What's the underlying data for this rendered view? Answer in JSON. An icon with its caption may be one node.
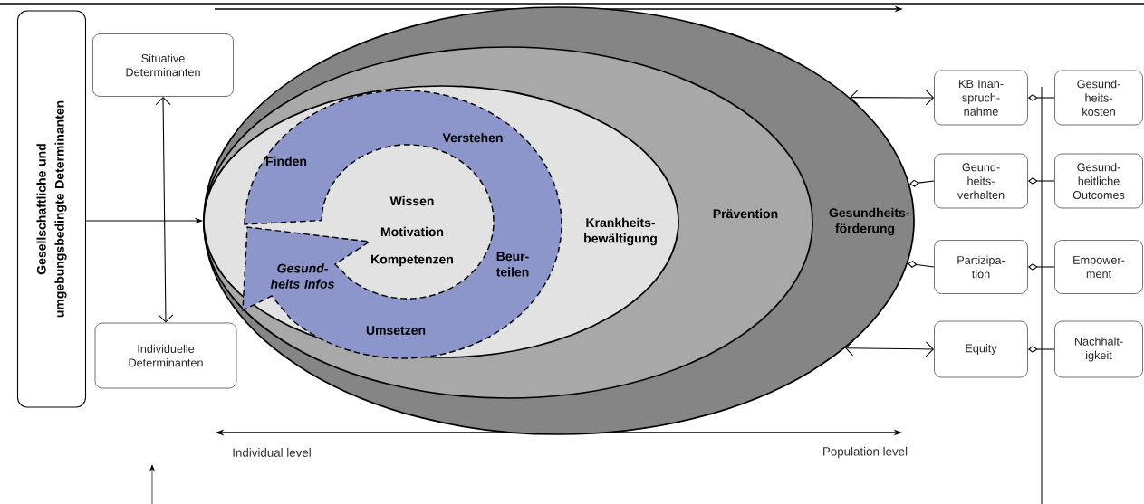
{
  "diagram": {
    "nodes": [
      {
        "text": [
          "Gesellschaftliche und umgebungsbedingte Determinanten"
        ]
      },
      {
        "text": [
          "Situative Determinanten"
        ]
      },
      {
        "text": [
          "Individuelle Determinanten"
        ]
      },
      {
        "text": [
          "Gesundheits-förderung"
        ]
      },
      {
        "text": [
          "Prävention"
        ],
        "in": 3
      },
      {
        "text": [
          "Krankheits-bewältigung"
        ],
        "in": 4
      },
      {
        "text": [
          "Finden",
          "Verstehen",
          "Beur-teilen",
          "Umsetzen",
          "Gesund-heits Infos"
        ],
        "in": 5
      },
      {
        "text": [
          "Wissen",
          "Motivation",
          "Kompetenzen"
        ],
        "in": 5
      },
      {
        "text": [
          "KB Inan-spruch-nahme"
        ]
      },
      {
        "text": [
          "Geund-heits-verhalten"
        ]
      },
      {
        "text": [
          "Partizipa-tion"
        ]
      },
      {
        "text": [
          "Equity"
        ]
      },
      {
        "text": [
          "Gesund-heits-kosten"
        ]
      },
      {
        "text": [
          "Gesund-heitliche Outcomes"
        ]
      },
      {
        "text": [
          "Empower-ment"
        ]
      },
      {
        "text": [
          "Nachhalt-igkeit"
        ]
      }
    ],
    "edges": [
      {
        "from": 0,
        "to": 3,
        "arrow": "to"
      },
      {
        "from": 1,
        "to": 2,
        "arrow": "both"
      },
      {
        "from": 3,
        "to": 8,
        "arrow": "both"
      },
      {
        "from": 3,
        "to": 9,
        "arrow": "other"
      },
      {
        "from": 3,
        "to": 10,
        "arrow": "other"
      },
      {
        "from": 3,
        "to": 11,
        "arrow": "both"
      },
      {
        "from": 8,
        "to": 12,
        "arrow": "other"
      },
      {
        "from": 9,
        "to": 13,
        "arrow": "other"
      },
      {
        "from": 10,
        "to": 14,
        "arrow": "other"
      },
      {
        "from": 11,
        "to": 15,
        "arrow": "other"
      }
    ],
    "labels": [
      "Individual level",
      "Population level"
    ]
  }
}
